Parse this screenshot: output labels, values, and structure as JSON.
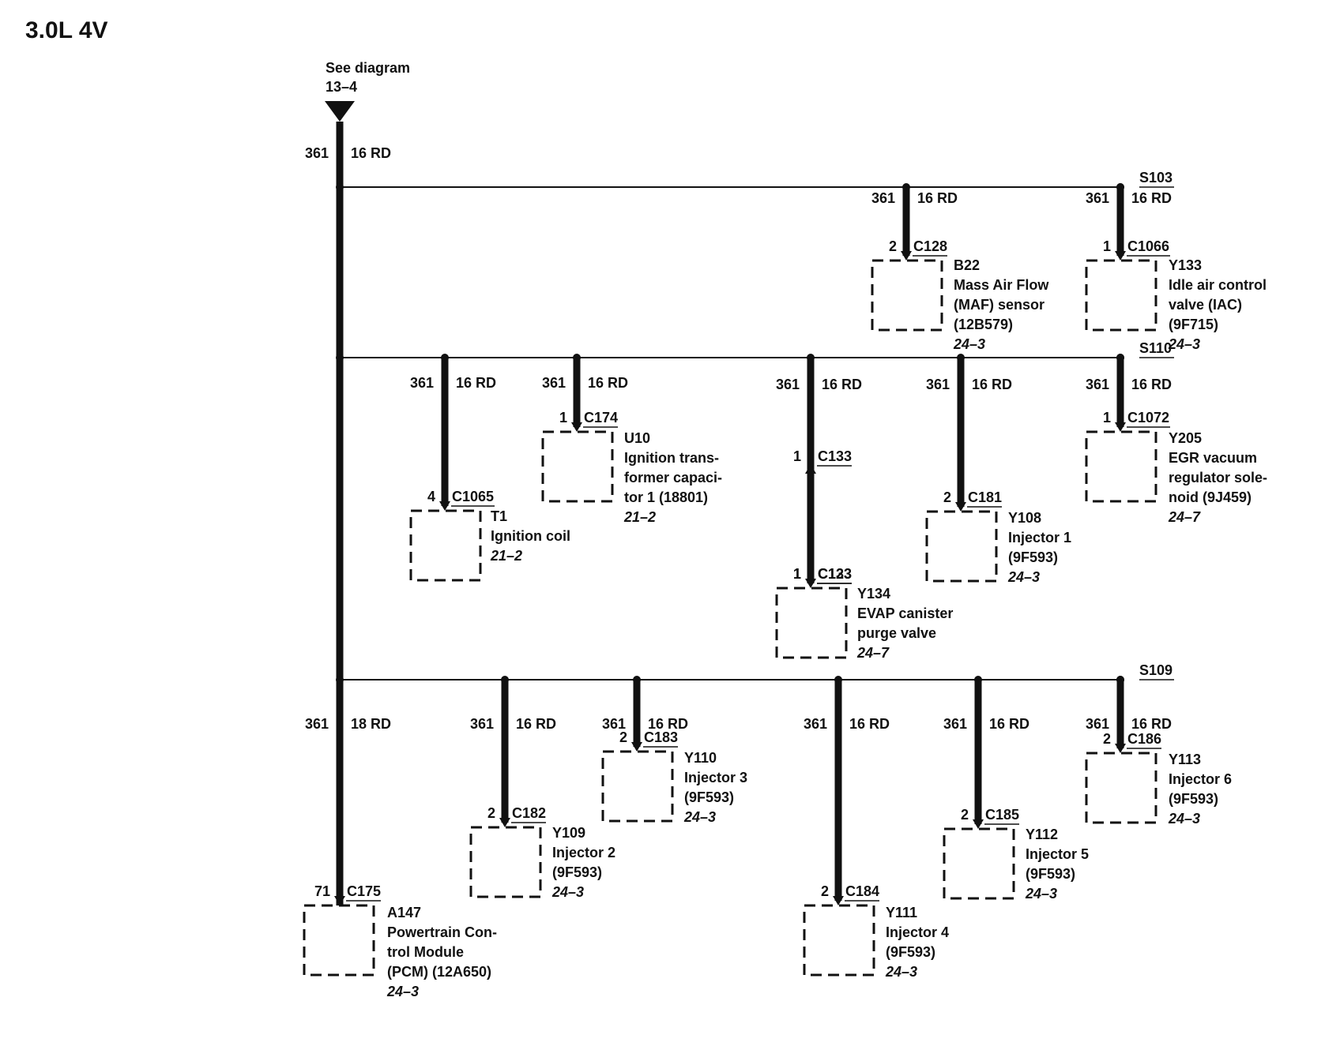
{
  "title": "3.0L 4V",
  "source": {
    "see": "See diagram",
    "diagram": "13–4",
    "symbol": "G"
  },
  "main_wire": {
    "circuit": "361",
    "gauge": "16 RD"
  },
  "splices": [
    "S103",
    "S110",
    "S109"
  ],
  "components": [
    {
      "id": "maf",
      "circuit": "361",
      "gauge": "16 RD",
      "pin": "2",
      "connector": "C128",
      "lines": [
        "B22",
        "Mass Air Flow",
        "(MAF) sensor",
        "(12B579)"
      ],
      "ref": "24–3"
    },
    {
      "id": "iac",
      "circuit": "361",
      "gauge": "16 RD",
      "pin": "1",
      "connector": "C1066",
      "lines": [
        "Y133",
        "Idle air control",
        "valve (IAC)",
        "(9F715)"
      ],
      "ref": "24–3"
    },
    {
      "id": "coil",
      "circuit": "361",
      "gauge": "16 RD",
      "pin": "4",
      "connector": "C1065",
      "lines": [
        "T1",
        "Ignition coil"
      ],
      "ref": "21–2"
    },
    {
      "id": "capacitor",
      "circuit": "361",
      "gauge": "16 RD",
      "pin": "1",
      "connector": "C174",
      "lines": [
        "U10",
        "Ignition trans-",
        "former capaci-",
        "tor 1 (18801)"
      ],
      "ref": "21–2"
    },
    {
      "id": "evap",
      "circuit": "361",
      "gauge": "16 RD",
      "pin": "1",
      "connector": "C133",
      "pin2": "1",
      "connector2": "C123",
      "lines": [
        "Y134",
        "EVAP canister",
        "purge valve"
      ],
      "ref": "24–7"
    },
    {
      "id": "inj1",
      "circuit": "361",
      "gauge": "16 RD",
      "pin": "2",
      "connector": "C181",
      "lines": [
        "Y108",
        "Injector 1",
        "(9F593)"
      ],
      "ref": "24–3"
    },
    {
      "id": "egr",
      "circuit": "361",
      "gauge": "16 RD",
      "pin": "1",
      "connector": "C1072",
      "lines": [
        "Y205",
        "EGR vacuum",
        "regulator sole-",
        "noid (9J459)"
      ],
      "ref": "24–7"
    },
    {
      "id": "pcm",
      "circuit": "361",
      "gauge": "18 RD",
      "pin": "71",
      "connector": "C175",
      "lines": [
        "A147",
        "Powertrain Con-",
        "trol Module",
        "(PCM) (12A650)"
      ],
      "ref": "24–3"
    },
    {
      "id": "inj2",
      "circuit": "361",
      "gauge": "16 RD",
      "pin": "2",
      "connector": "C182",
      "lines": [
        "Y109",
        "Injector 2",
        "(9F593)"
      ],
      "ref": "24–3"
    },
    {
      "id": "inj3",
      "circuit": "361",
      "gauge": "16 RD",
      "pin": "2",
      "connector": "C183",
      "lines": [
        "Y110",
        "Injector 3",
        "(9F593)"
      ],
      "ref": "24–3"
    },
    {
      "id": "inj4",
      "circuit": "361",
      "gauge": "16 RD",
      "pin": "2",
      "connector": "C184",
      "lines": [
        "Y111",
        "Injector 4",
        "(9F593)"
      ],
      "ref": "24–3"
    },
    {
      "id": "inj5",
      "circuit": "361",
      "gauge": "16 RD",
      "pin": "2",
      "connector": "C185",
      "lines": [
        "Y112",
        "Injector 5",
        "(9F593)"
      ],
      "ref": "24–3"
    },
    {
      "id": "inj6",
      "circuit": "361",
      "gauge": "16 RD",
      "pin": "2",
      "connector": "C186",
      "lines": [
        "Y113",
        "Injector 6",
        "(9F593)"
      ],
      "ref": "24–3"
    }
  ]
}
